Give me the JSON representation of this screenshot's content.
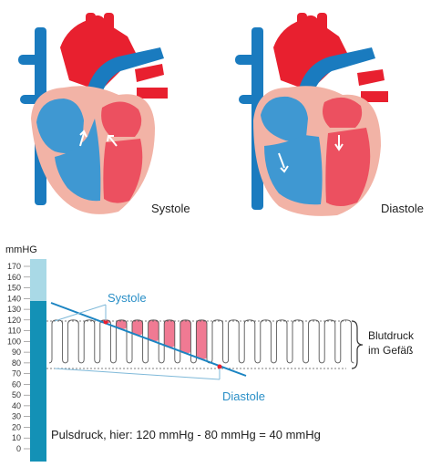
{
  "hearts": {
    "systole_label": "Systole",
    "diastole_label": "Diastole"
  },
  "chart": {
    "unit_label": "mmHG",
    "ticks": [
      "170",
      "160",
      "150",
      "140",
      "130",
      "120",
      "110",
      "100",
      "90",
      "80",
      "70",
      "60",
      "50",
      "40",
      "30",
      "20",
      "10",
      "0"
    ],
    "systole_callout": "Systole",
    "diastole_callout": "Diastole",
    "bracket_label_line1": "Blutdruck",
    "bracket_label_line2": "im Gefäß",
    "formula": "Pulsdruck, hier: 120 mmHg - 80 mmHg  = 40 mmHg",
    "systolic_value": 120,
    "diastolic_value": 80,
    "pulse_pressure": 40
  },
  "colors": {
    "artery_red": "#e8202f",
    "vein_blue": "#1a7bbf",
    "heart_blue": "#3f98d2",
    "heart_pink": "#f2b3a6",
    "chamber_red": "#ec5060",
    "gauge_light": "#a9d9e6",
    "gauge_dark": "#1391b6",
    "pulse_fill": "#f07a93",
    "callout_blue": "#2a8fc7"
  }
}
